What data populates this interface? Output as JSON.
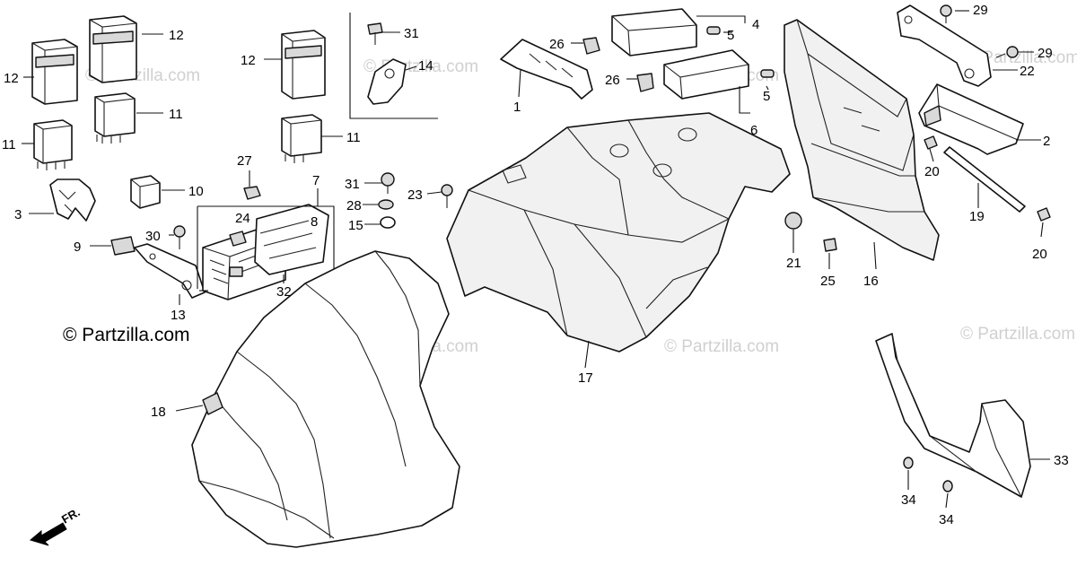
{
  "copyright": "© Partzilla.com",
  "watermark": "© Partzilla.com",
  "front_marker": "FR.",
  "callouts": {
    "c1": "1",
    "c2": "2",
    "c3": "3",
    "c4": "4",
    "c5a": "5",
    "c5b": "5",
    "c6": "6",
    "c7": "7",
    "c8": "8",
    "c9": "9",
    "c10": "10",
    "c11a": "11",
    "c11b": "11",
    "c11c": "11",
    "c12a": "12",
    "c12b": "12",
    "c12c": "12",
    "c13": "13",
    "c14": "14",
    "c15": "15",
    "c16": "16",
    "c17": "17",
    "c18": "18",
    "c19": "19",
    "c20a": "20",
    "c20b": "20",
    "c21": "21",
    "c22": "22",
    "c23": "23",
    "c24": "24",
    "c25": "25",
    "c26a": "26",
    "c26b": "26",
    "c27": "27",
    "c28": "28",
    "c29a": "29",
    "c29b": "29",
    "c30": "30",
    "c31a": "31",
    "c31b": "31",
    "c32": "32",
    "c33": "33",
    "c34a": "34",
    "c34b": "34"
  }
}
